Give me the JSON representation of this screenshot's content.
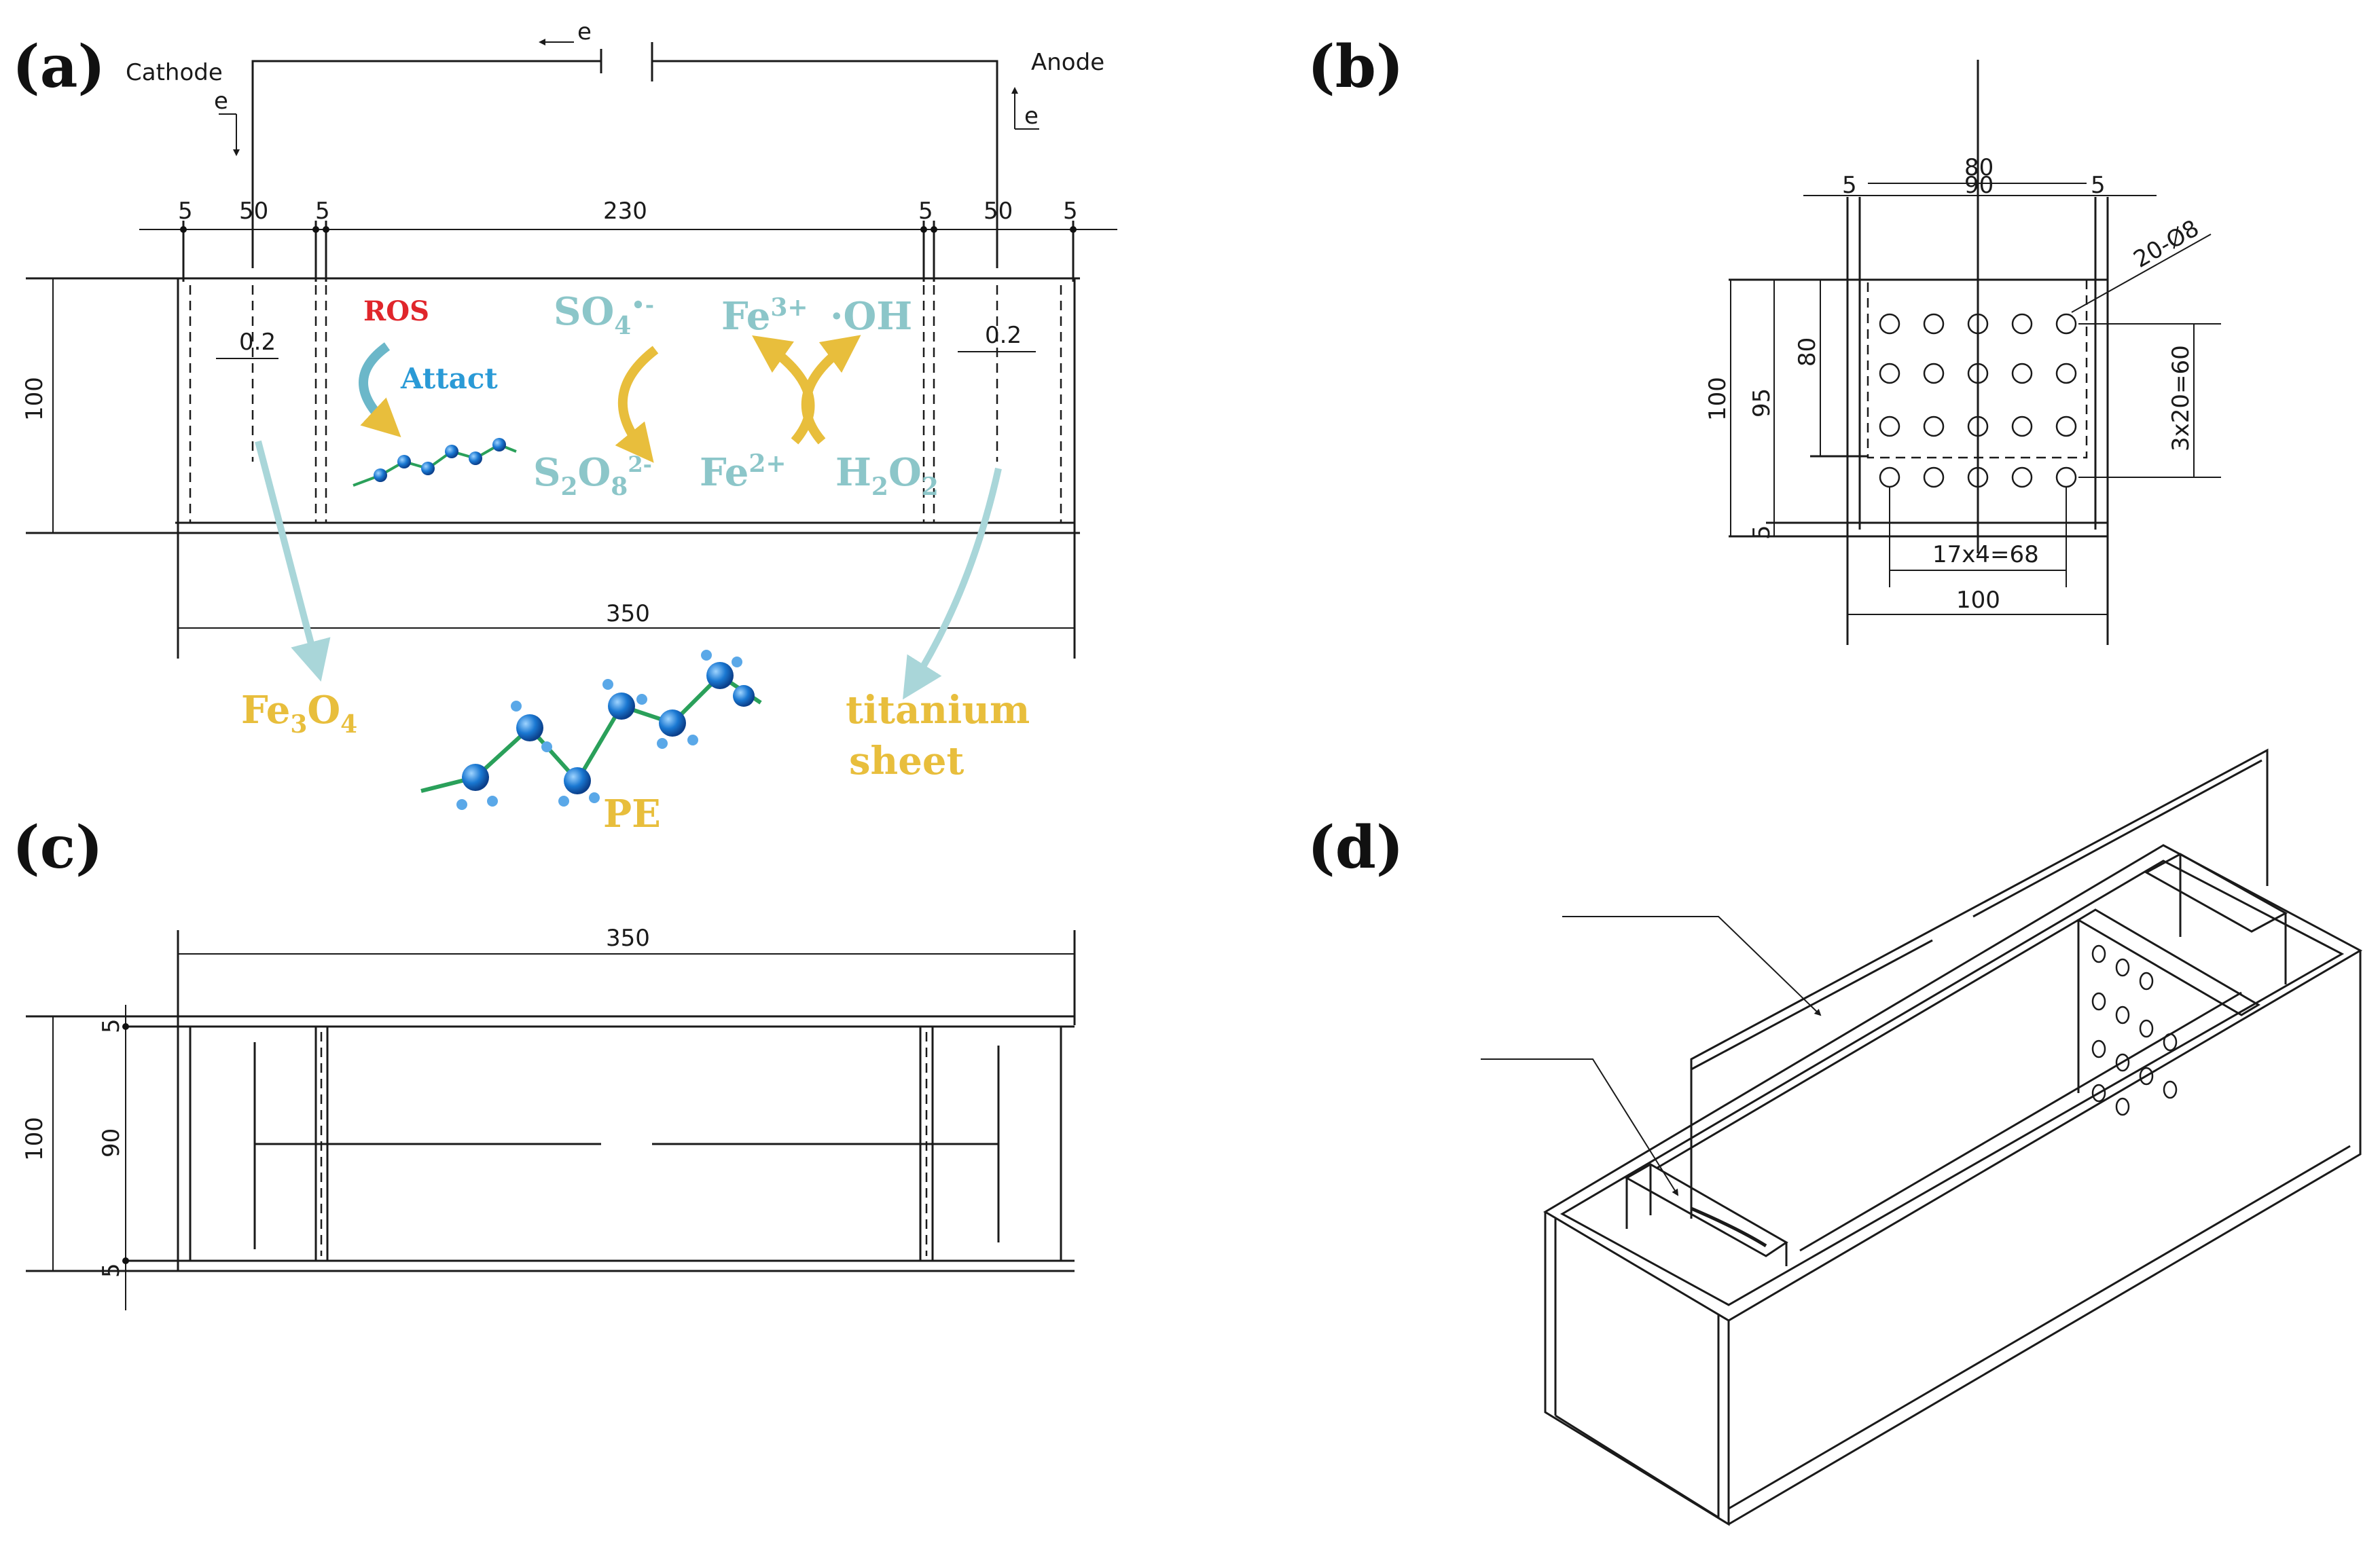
{
  "panels": {
    "a": {
      "label": "(a)"
    },
    "b": {
      "label": "(b)"
    },
    "c": {
      "label": "(c)"
    },
    "d": {
      "label": "(d)"
    }
  },
  "panel_a": {
    "cathode": "Cathode",
    "anode": "Anode",
    "electron": "e",
    "dims_top": [
      "5",
      "50",
      "5",
      "230",
      "5",
      "50",
      "5"
    ],
    "dim_gap_left": "0.2",
    "dim_gap_right": "0.2",
    "dim_height": "100",
    "dim_length": "350",
    "ros": "ROS",
    "attact": "Attact",
    "so4_main": "SO",
    "so4_sub": "4",
    "so4_sup": "•-",
    "s2o8_s": "S",
    "s2o8_sub1": "2",
    "s2o8_o": "O",
    "s2o8_sub2": "8",
    "s2o8_sup": "2-",
    "fe3_main": "Fe",
    "fe3_sup": "3+",
    "fe2_main": "Fe",
    "fe2_sup": "2+",
    "oh": "·OH",
    "h2o2_h": "H",
    "h2o2_sub1": "2",
    "h2o2_o": "O",
    "h2o2_sub2": "2",
    "fe3o4_fe": "Fe",
    "fe3o4_sub1": "3",
    "fe3o4_o": "O",
    "fe3o4_sub2": "4",
    "pe": "PE",
    "titanium_line1": "titanium",
    "titanium_line2": "sheet"
  },
  "panel_b": {
    "dim_80_top": "80",
    "dim_90_top": "90",
    "dim_5_left": "5",
    "dim_5_right": "5",
    "holes": "20-Ø8",
    "dim_100_left": "100",
    "dim_95": "95",
    "dim_80_side": "80",
    "dim_5_bottom": "5",
    "dim_spacing_v": "3x20=60",
    "dim_spacing_h": "17x4=68",
    "dim_100_bottom": "100"
  },
  "panel_c": {
    "dim_length": "350",
    "dim_5_top": "5",
    "dim_100": "100",
    "dim_90": "90",
    "dim_5_bottom": "5"
  },
  "colors": {
    "cyan": "#8cc6c9",
    "gold": "#e8be3c",
    "red": "#e0262b",
    "blue": "#2a9ad6"
  }
}
